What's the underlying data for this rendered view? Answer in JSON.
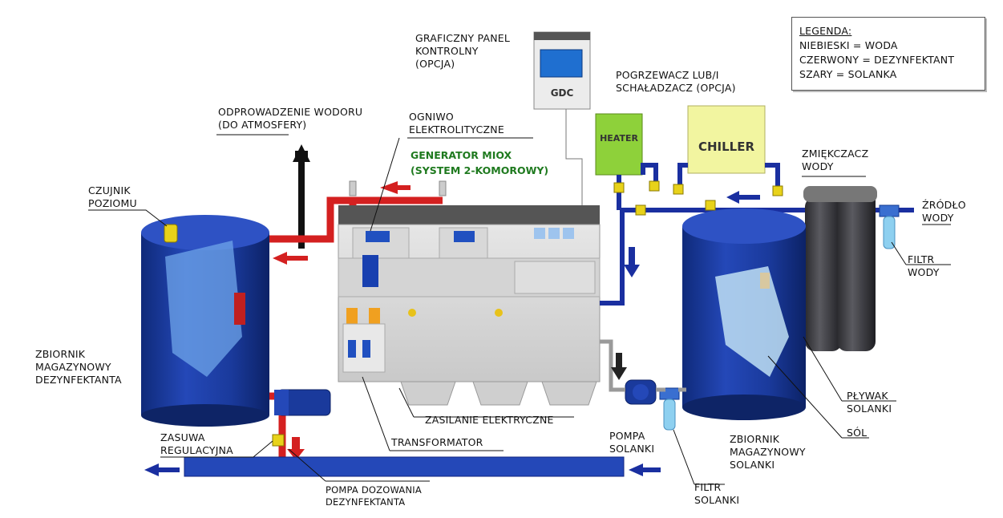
{
  "legend": {
    "title": "LEGENDA:",
    "items": [
      "NIEBIESKI = WODA",
      "CZERWONY = DEZYNFEKTANT",
      "SZARY = SOLANKA"
    ]
  },
  "labels": {
    "panel": [
      "GRAFICZNY PANEL",
      "KONTROLNY",
      "(OPCJA)"
    ],
    "hydrogen": [
      "ODPROWADZENIE WODORU",
      "(DO ATMOSFERY)"
    ],
    "cell": [
      "OGNIWO",
      "ELEKTROLITYCZNE"
    ],
    "generator": [
      "GENERATOR MIOX",
      "(SYSTEM 2-KOMOROWY)"
    ],
    "heater_chiller": [
      "POGRZEWACZ LUB/I",
      "SCHAŁADZACZ (OPCJA)"
    ],
    "softener": [
      "ZMIĘKCZACZ",
      "WODY"
    ],
    "source": [
      "ŹRÓDŁO",
      "WODY"
    ],
    "water_filter": [
      "FILTR",
      "WODY"
    ],
    "level_sensor": [
      "CZUJNIK",
      "POZIOMU"
    ],
    "disinfectant_tank": [
      "ZBIORNIK",
      "MAGAZYNOWY",
      "DEZYNFEKTANTA"
    ],
    "valve": [
      "ZASUWA",
      "REGULACYJNA"
    ],
    "dosing_pump": [
      "POMPA DOZOWANIA",
      "DEZYNFEKTANTA"
    ],
    "power": [
      "ZASILANIE ELEKTRYCZNE"
    ],
    "transformer": [
      "TRANSFORMATOR"
    ],
    "brine_pump": [
      "POMPA",
      "SOLANKI"
    ],
    "brine_filter": [
      "FILTR",
      "SOLANKI"
    ],
    "brine_tank": [
      "ZBIORNIK",
      "MAGAZYNOWY",
      "SOLANKI"
    ],
    "brine_float": [
      "PŁYWAK",
      "SOLANKI"
    ],
    "salt": [
      "SÓL"
    ]
  },
  "equipment_text": {
    "gdc": "GDC",
    "heater": "HEATER",
    "chiller": "CHILLER"
  },
  "colors": {
    "water": "#1a2fa0",
    "disinfectant": "#d42020",
    "brine": "#9a9a9a",
    "tank": "#1a3a9c",
    "label_green": "#1f7a1f",
    "heater": "#8ed13a",
    "chiller": "#f2f5a0"
  }
}
